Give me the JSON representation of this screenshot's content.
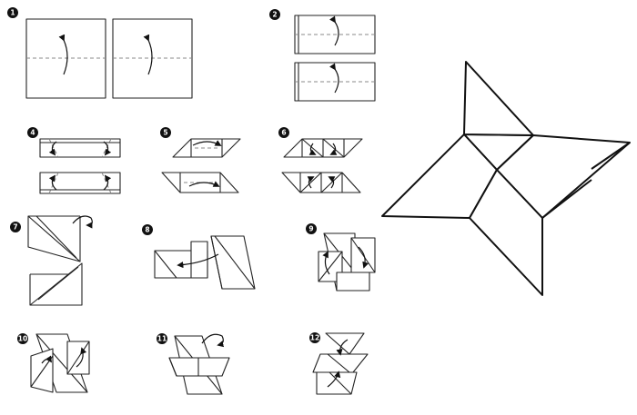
{
  "diagram": {
    "steps": [
      {
        "id": "step-1",
        "label": "1"
      },
      {
        "id": "step-2",
        "label": "2"
      },
      {
        "id": "step-4",
        "label": "4"
      },
      {
        "id": "step-5",
        "label": "5"
      },
      {
        "id": "step-6",
        "label": "6"
      },
      {
        "id": "step-7",
        "label": "7"
      },
      {
        "id": "step-8",
        "label": "8"
      },
      {
        "id": "step-9",
        "label": "9"
      },
      {
        "id": "step-10",
        "label": "10"
      },
      {
        "id": "step-11",
        "label": "11"
      },
      {
        "id": "step-12",
        "label": "12"
      }
    ],
    "colors": {
      "line": "#222222",
      "fold_line": "#888888",
      "badge": "#111111",
      "background": "#ffffff"
    }
  }
}
